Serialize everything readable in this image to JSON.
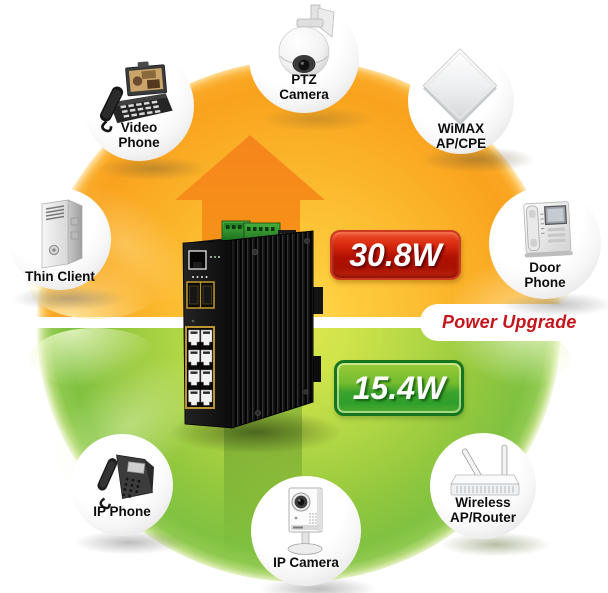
{
  "badges": {
    "upgraded": "30.8W",
    "previous": "15.4W",
    "caption": "Power Upgrade"
  },
  "bubbles": {
    "video_phone": {
      "lines": [
        "Video",
        "Phone"
      ]
    },
    "ptz_camera": {
      "lines": [
        "PTZ",
        "Camera"
      ]
    },
    "wimax": {
      "lines": [
        "WiMAX",
        "AP/CPE"
      ]
    },
    "door_phone": {
      "lines": [
        "Door",
        "Phone"
      ]
    },
    "thin_client": {
      "lines": [
        "Thin Client"
      ]
    },
    "ip_phone": {
      "lines": [
        "IP Phone"
      ]
    },
    "ip_camera": {
      "lines": [
        "IP Camera"
      ]
    },
    "wireless_ap": {
      "lines": [
        "Wireless",
        "AP/Router"
      ]
    }
  },
  "colors": {
    "orange": "#F9A01E",
    "green": "#8DC63F",
    "badge_red": "#B01000",
    "badge_green": "#2F9E2B",
    "caption_red": "#C4161C"
  }
}
